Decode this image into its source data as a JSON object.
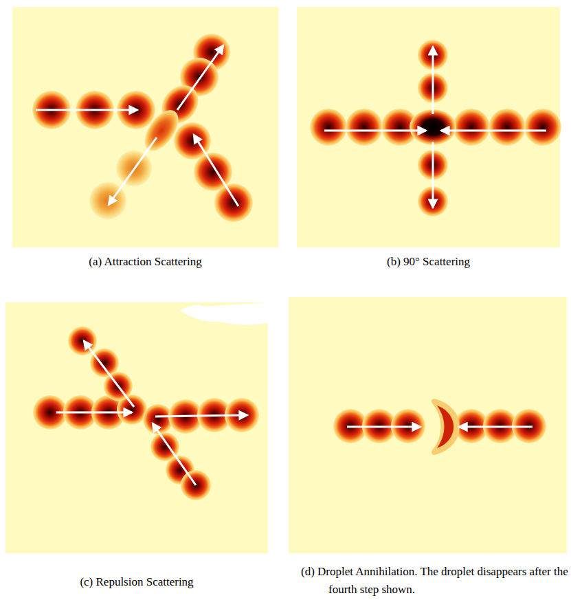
{
  "diagram": {
    "labels": [
      "(a) Attraction Scattering",
      "(b) 90° Scattering",
      "(c) Repulsion Scattering",
      "(d) Droplet Annihilation. The droplet disappears after the fourth step shown."
    ]
  }
}
